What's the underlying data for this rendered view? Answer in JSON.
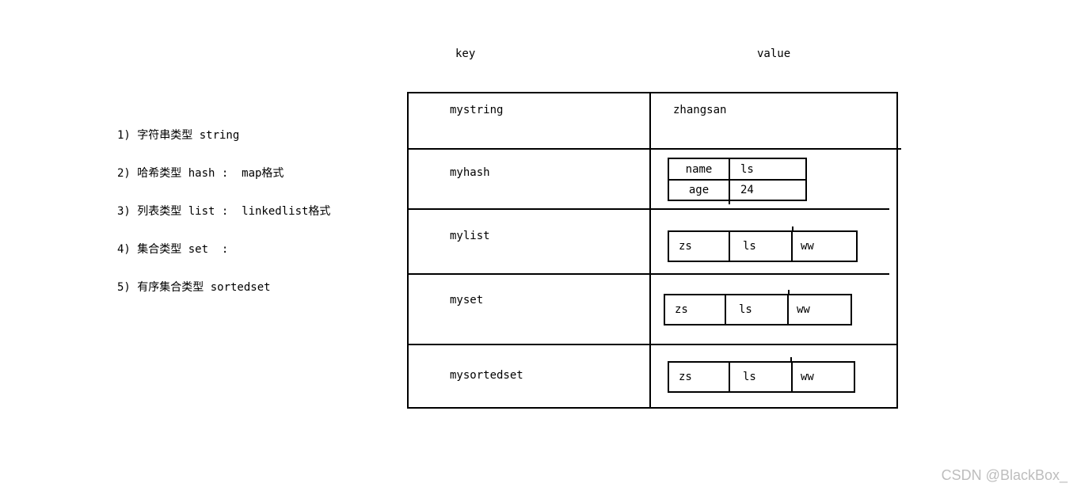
{
  "notes": {
    "lines": [
      "1) 字符串类型 string",
      "2) 哈希类型 hash :  map格式",
      "3) 列表类型 list :  linkedlist格式",
      "4) 集合类型 set  :",
      "5) 有序集合类型 sortedset"
    ]
  },
  "headers": {
    "key": "key",
    "value": "value"
  },
  "rows": [
    {
      "key": "mystring",
      "value": "zhangsan"
    },
    {
      "key": "myhash",
      "entries": [
        {
          "field": "name",
          "value": "ls"
        },
        {
          "field": "age",
          "value": "24"
        }
      ]
    },
    {
      "key": "mylist",
      "items": [
        "zs",
        "ls",
        "ww"
      ]
    },
    {
      "key": "myset",
      "items": [
        "zs",
        "ls",
        "ww"
      ]
    },
    {
      "key": "mysortedset",
      "items": [
        "zs",
        "ls",
        "ww"
      ]
    }
  ],
  "watermark": {
    "text": "CSDN @BlackBox_"
  },
  "colors": {
    "background": "#ffffff",
    "line": "#000000",
    "text": "#000000",
    "watermark_text": "#bdbdbd"
  }
}
